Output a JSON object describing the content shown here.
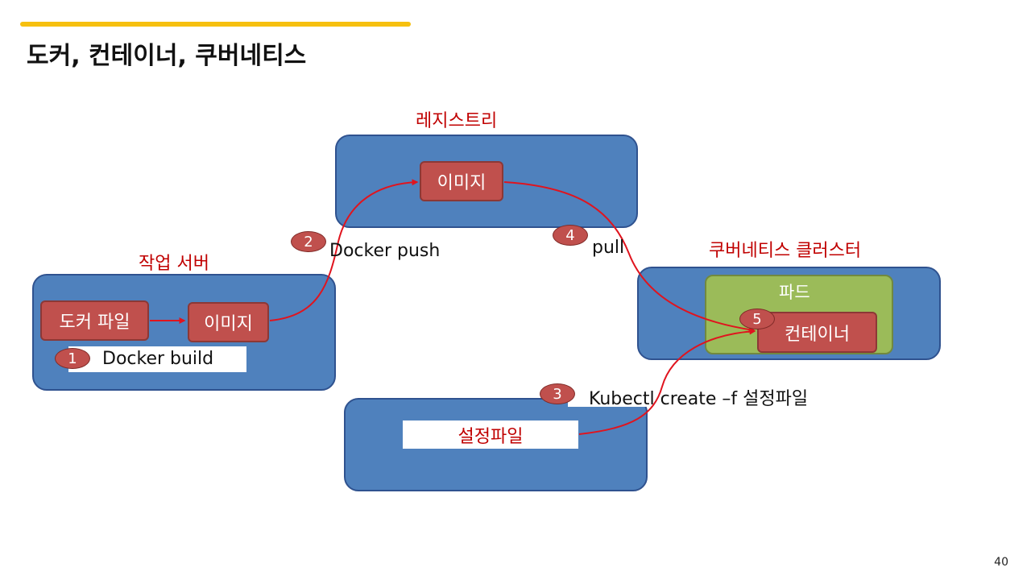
{
  "title": "도커, 컨테이너, 쿠버네티스",
  "page_number": "40",
  "regions": {
    "registry": {
      "label": "레지스트리"
    },
    "work_server": {
      "label": "작업 서버"
    },
    "k8s_cluster": {
      "label": "쿠버네티스 클러스터"
    }
  },
  "nodes": {
    "dockerfile": "도커 파일",
    "server_image": "이미지",
    "registry_image": "이미지",
    "pod": "파드",
    "container": "컨테이너",
    "config_file": "설정파일"
  },
  "steps": [
    {
      "number": "1",
      "text": "Docker build"
    },
    {
      "number": "2",
      "text": "Docker push"
    },
    {
      "number": "3",
      "text": "Kubectl create –f 설정파일"
    },
    {
      "number": "4",
      "text": "pull"
    },
    {
      "number": "5",
      "text": ""
    }
  ],
  "colors": {
    "accent_bar": "#f6c00f",
    "region_fill": "#4f81bd",
    "artifact_fill": "#c0504d",
    "pod_fill": "#9bbb59",
    "arrow": "#e0141e",
    "label_red": "#c00000"
  }
}
